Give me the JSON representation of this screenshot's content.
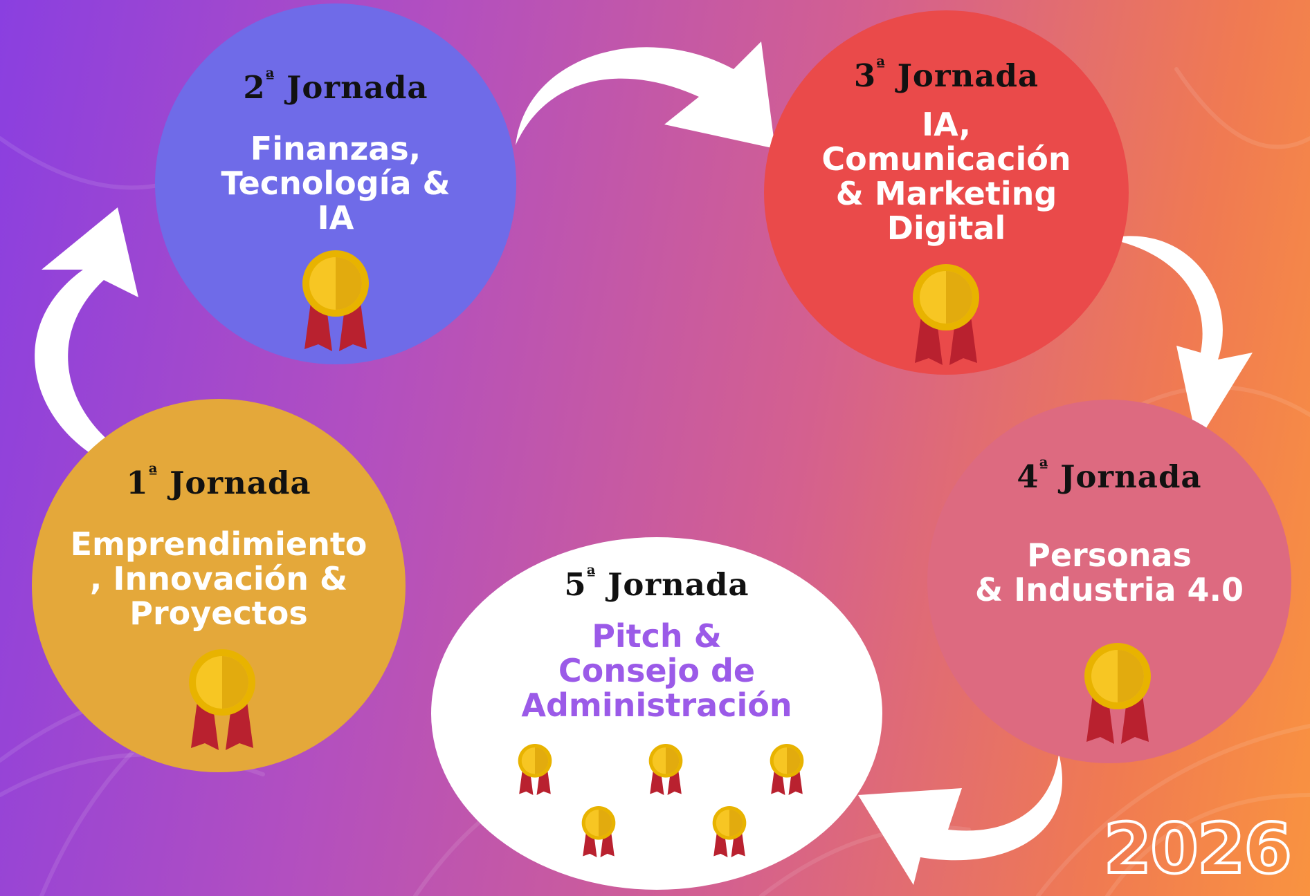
{
  "colors": {
    "circle1": "#e4a83a",
    "circle2": "#6f6be8",
    "circle3": "#ea4a4a",
    "circle4": "#dd6a80",
    "circle5": "#ffffff",
    "topic5": "#9b5ae8"
  },
  "jornadas": [
    {
      "number": "1",
      "ordinal": "ª",
      "label": "Jornada",
      "topic": [
        "Emprendimiento",
        ", Innovación &",
        "Proyectos"
      ],
      "medals": 1
    },
    {
      "number": "2",
      "ordinal": "ª",
      "label": "Jornada",
      "topic": [
        "Finanzas,",
        "Tecnología &",
        "IA"
      ],
      "medals": 1
    },
    {
      "number": "3",
      "ordinal": "ª",
      "label": "Jornada",
      "topic": [
        "IA,",
        "Comunicación",
        "& Marketing",
        "Digital"
      ],
      "medals": 1
    },
    {
      "number": "4",
      "ordinal": "ª",
      "label": "Jornada",
      "topic": [
        "Personas",
        "& Industria 4.0"
      ],
      "medals": 1
    },
    {
      "number": "5",
      "ordinal": "ª",
      "label": "Jornada",
      "topic": [
        "Pitch &",
        "Consejo de",
        "Administración"
      ],
      "medals": 5
    }
  ],
  "icons": {
    "medal": "award-ribbon-icon",
    "arrow": "curved-arrow-icon"
  },
  "year": "2026"
}
